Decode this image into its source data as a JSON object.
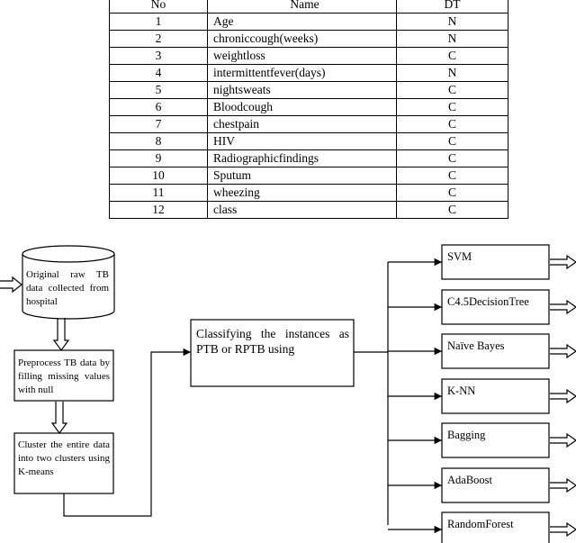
{
  "table": {
    "headers": {
      "no": "No",
      "name": "Name",
      "dt": "DT"
    },
    "rows": [
      {
        "no": "1",
        "name": "Age",
        "dt": "N"
      },
      {
        "no": "2",
        "name": "chroniccough(weeks)",
        "dt": "N"
      },
      {
        "no": "3",
        "name": "weightloss",
        "dt": "C"
      },
      {
        "no": "4",
        "name": "intermittentfever(days)",
        "dt": "N"
      },
      {
        "no": "5",
        "name": "nightsweats",
        "dt": "C"
      },
      {
        "no": "6",
        "name": "Bloodcough",
        "dt": "C"
      },
      {
        "no": "7",
        "name": "chestpain",
        "dt": "C"
      },
      {
        "no": "8",
        "name": "HIV",
        "dt": "C"
      },
      {
        "no": "9",
        "name": "Radiographicfindings",
        "dt": "C"
      },
      {
        "no": "10",
        "name": "Sputum",
        "dt": "C"
      },
      {
        "no": "11",
        "name": "wheezing",
        "dt": "C"
      },
      {
        "no": "12",
        "name": "class",
        "dt": "C"
      }
    ]
  },
  "flowchart": {
    "source": "Original raw TB data collected from hospital",
    "preprocess": "Preprocess TB data by filling missing values with null",
    "cluster": "Cluster the entire data into two clusters using K-means",
    "classify": "Classifying the instances as PTB or RPTB using",
    "classifiers": [
      "SVM",
      "C4.5DecisionTree",
      "Naïve Bayes",
      "K-NN",
      "Bagging",
      "AdaBoost",
      "RandomForest"
    ]
  }
}
